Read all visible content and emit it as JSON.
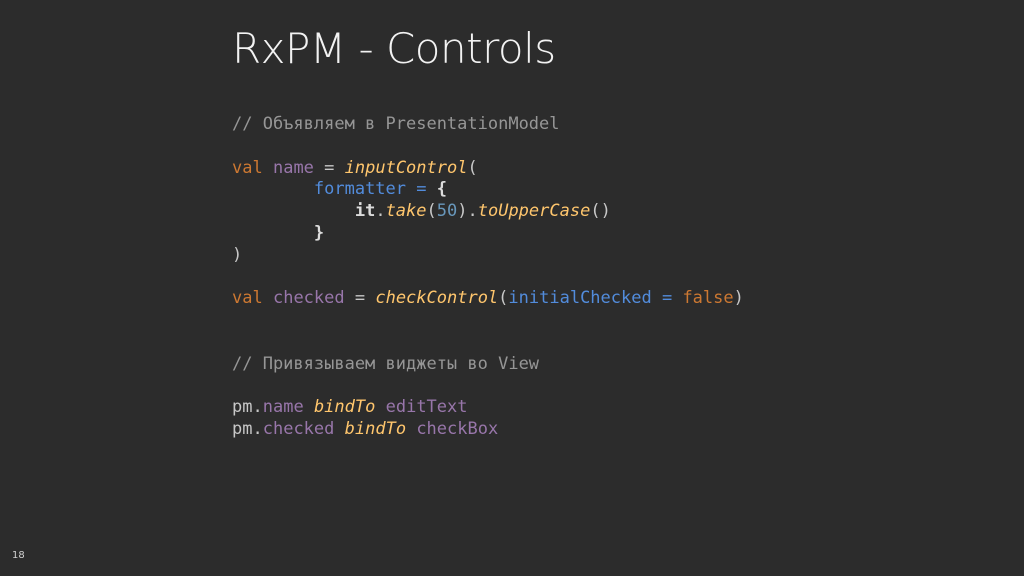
{
  "slide": {
    "title": "RxPM - Controls",
    "page_number": "18"
  },
  "code": {
    "comment1": "// Объявляем в PresentationModel",
    "l1": {
      "kw": "val",
      "name": "name",
      "eq": " = ",
      "fn": "inputControl",
      "paren": "("
    },
    "l2": {
      "param": "formatter",
      "eq": " = ",
      "brace": "{"
    },
    "l3": {
      "it": "it",
      "dot1": ".",
      "take": "take",
      "po": "(",
      "num": "50",
      "pc": ").",
      "upper": "toUpperCase",
      "call": "()"
    },
    "l4": {
      "brace": "}"
    },
    "l5": {
      "paren": ")"
    },
    "l6": {
      "kw": "val",
      "name": "checked",
      "eq": " = ",
      "fn": "checkControl",
      "po": "(",
      "param": "initialChecked",
      "eq2": " = ",
      "val": "false",
      "pc": ")"
    },
    "comment2": "// Привязываем виджеты во View",
    "l7": {
      "obj": "pm",
      "dot": ".",
      "prop": "name",
      "fn": "bindTo",
      "target": "editText"
    },
    "l8": {
      "obj": "pm",
      "dot": ".",
      "prop": "checked",
      "fn": "bindTo",
      "target": "checkBox"
    }
  }
}
